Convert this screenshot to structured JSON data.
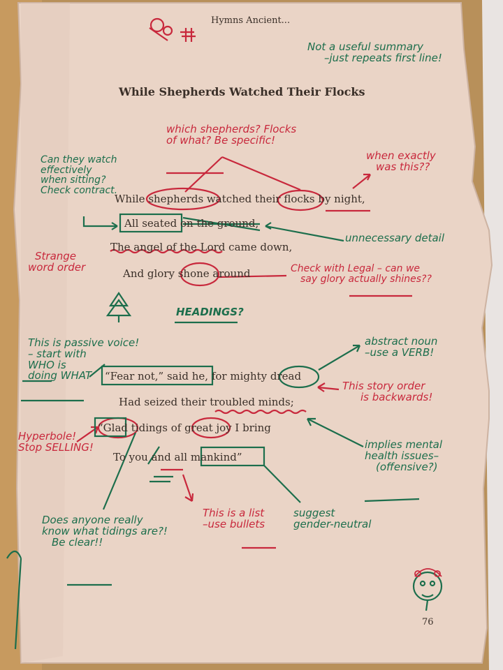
{
  "book": {
    "running_head": "Hymns Ancient...",
    "title": "While Shepherds Watched Their Flocks",
    "page_number": "76"
  },
  "verse_lines": [
    "While shepherds watched their flocks by night,",
    "All seated on the ground,",
    "The angel of the Lord came down,",
    "And glory shone around",
    "“Fear not,” said he, for mighty dread",
    "Had seized their troubled minds;",
    "“Glad tidings of great joy I bring",
    "To you and all mankind”"
  ],
  "annotations": {
    "title_note": [
      "Not a useful summary",
      "–just repeats first line!"
    ],
    "which_shepherds": [
      "which shepherds? Flocks",
      "of what? Be specific!"
    ],
    "when_exactly": [
      "when exactly",
      "was this??"
    ],
    "watch_sitting": [
      "Can they watch",
      "effectively",
      "when sitting?",
      "Check contract."
    ],
    "unnecessary_detail": "unnecessary detail",
    "strange_order": [
      "Strange",
      "word order"
    ],
    "check_legal": [
      "Check with Legal – can we",
      "say glory actually shines??"
    ],
    "headings": "HEADINGS?",
    "passive_voice": [
      "This is passive voice!",
      "– start with",
      "WHO is",
      "doing WHAT"
    ],
    "abstract_noun": [
      "abstract noun",
      "–use a VERB!"
    ],
    "story_order": [
      "This story order",
      "is backwards!"
    ],
    "hyperbole": [
      "Hyperbole!",
      "Stop SELLING!"
    ],
    "mental_health": [
      "implies mental",
      "health issues–",
      "(offensive?)"
    ],
    "tidings": [
      "Does anyone really",
      "know what tidings are?!",
      "Be clear!!"
    ],
    "list_note": [
      "This is a list",
      "–use bullets"
    ],
    "gender_neutral": [
      "suggest",
      "gender-neutral"
    ]
  },
  "colors": {
    "red_pen": "#c8283c",
    "green_pen": "#1c6e4c",
    "paper": "#ead4c6",
    "ink": "#3a2f28",
    "desk": "#b8905a"
  }
}
